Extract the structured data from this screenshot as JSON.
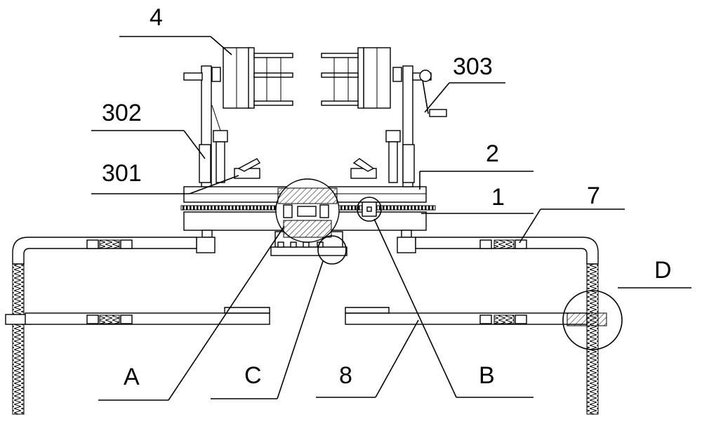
{
  "labels": {
    "l4": "4",
    "l303": "303",
    "l302": "302",
    "l2": "2",
    "l301": "301",
    "l1": "1",
    "l7": "7",
    "lD": "D",
    "lA": "A",
    "lC": "C",
    "l8": "8",
    "lB": "B"
  }
}
